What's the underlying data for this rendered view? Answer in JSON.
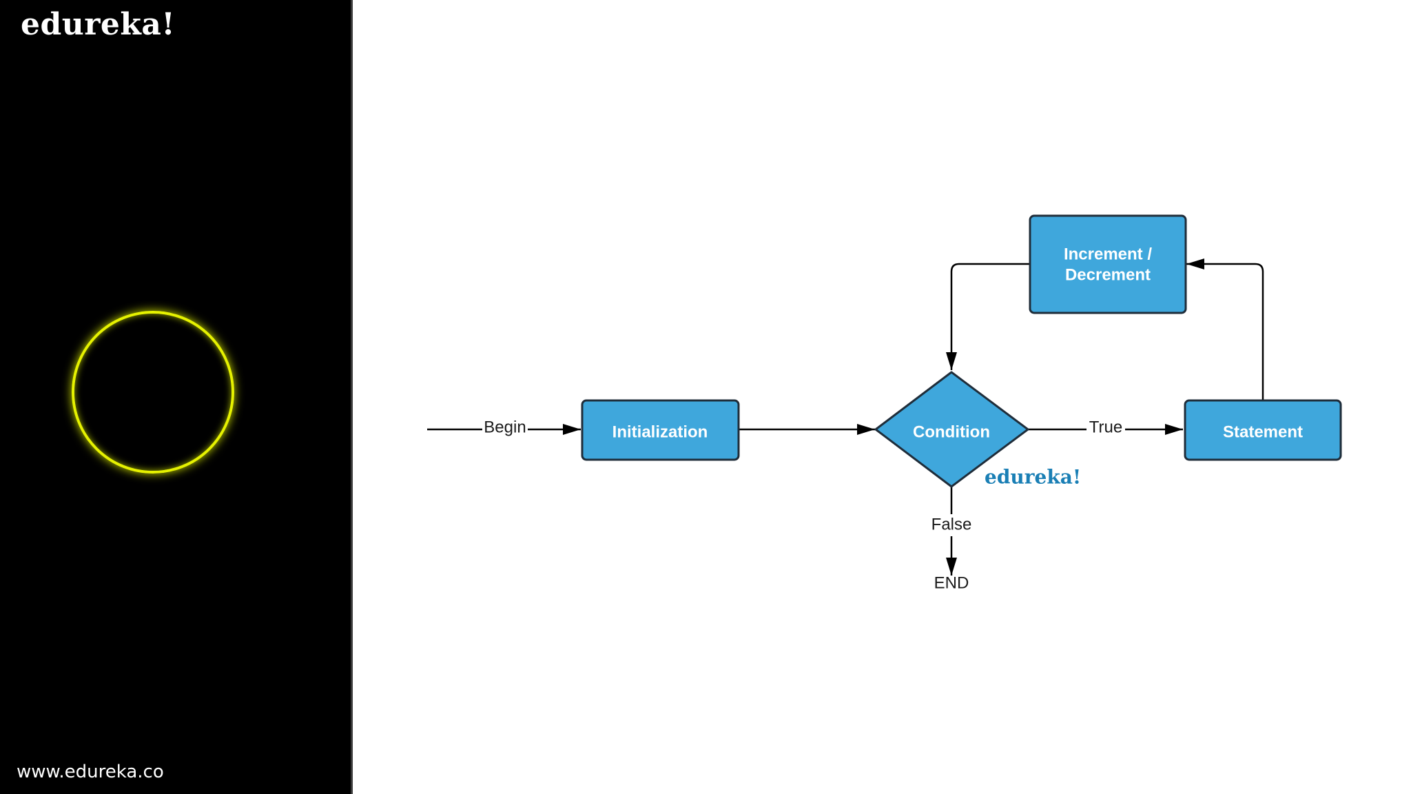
{
  "brand": {
    "logo": "edureka!",
    "url": "www.edureka.co"
  },
  "colors": {
    "node_fill": "#3fa7dc",
    "node_stroke": "#1f2d3a",
    "ring": "#e6f200",
    "watermark": "#1a7fb5"
  },
  "diagram": {
    "nodes": {
      "initialization": "Initialization",
      "condition": "Condition",
      "statement": "Statement",
      "increment_line1": "Increment /",
      "increment_line2": "Decrement"
    },
    "edges": {
      "begin": "Begin",
      "true": "True",
      "false": "False",
      "end": "END"
    },
    "watermark": "edureka!"
  }
}
